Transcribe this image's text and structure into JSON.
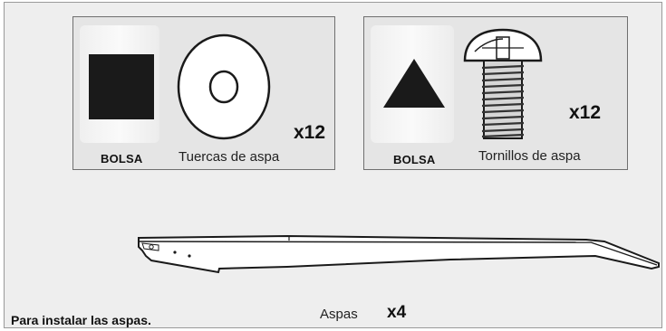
{
  "nut_kit": {
    "bag_label": "BOLSA",
    "item_label": "Tuercas de aspa",
    "quantity": "x12",
    "bag_symbol": "square-icon"
  },
  "screw_kit": {
    "bag_label": "BOLSA",
    "item_label": "Tornillos de aspa",
    "quantity": "x12",
    "bag_symbol": "triangle-icon"
  },
  "blades": {
    "label": "Aspas",
    "quantity": "x4"
  },
  "instruction": "Para instalar las aspas."
}
